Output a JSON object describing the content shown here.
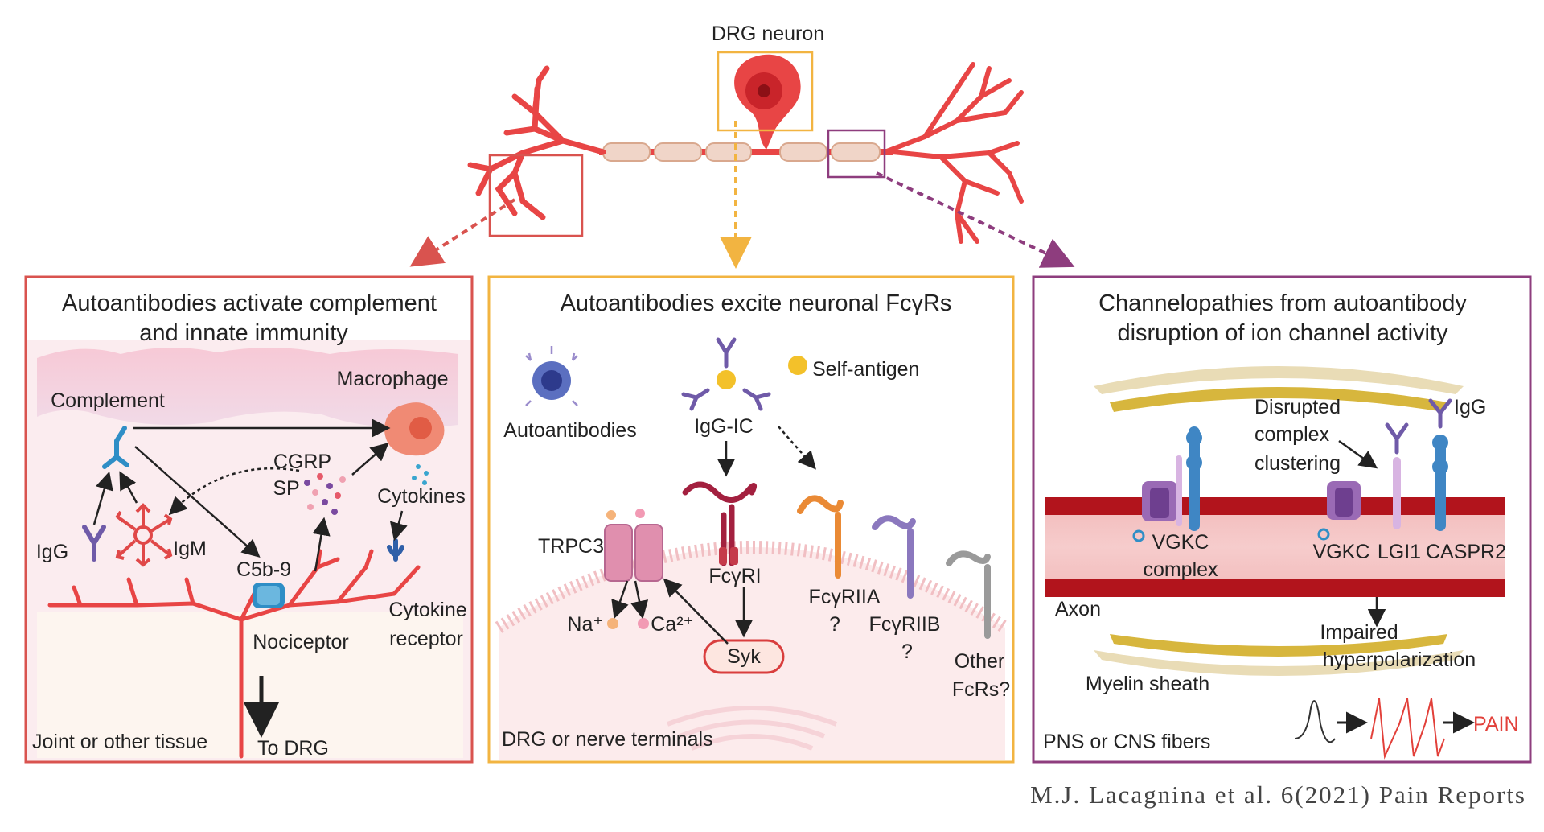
{
  "top": {
    "neuron_label": "DRG neuron"
  },
  "panel_left": {
    "title_line1": "Autoantibodies activate complement",
    "title_line2": "and innate immunity",
    "labels": {
      "macrophage": "Macrophage",
      "complement": "Complement",
      "cgrp": "CGRP",
      "sp": "SP",
      "cytokines": "Cytokines",
      "igg": "IgG",
      "igm": "IgM",
      "c5b9": "C5b-9",
      "cytokine_receptor_1": "Cytokine",
      "cytokine_receptor_2": "receptor",
      "nociceptor": "Nociceptor",
      "tissue": "Joint or other tissue",
      "to_drg": "To DRG"
    }
  },
  "panel_mid": {
    "title": "Autoantibodies excite neuronal FcγRs",
    "labels": {
      "self_antigen": "Self-antigen",
      "autoantibodies": "Autoantibodies",
      "iggic": "IgG-IC",
      "trpc3": "TRPC3",
      "fcgri": "FcγRI",
      "fcgriia": "FcγRIIA",
      "fcgriib": "FcγRIIB",
      "q": "?",
      "na": "Na⁺",
      "ca": "Ca²⁺",
      "syk": "Syk",
      "other1": "Other",
      "other2": "FcRs?",
      "terminals": "DRG or nerve terminals"
    }
  },
  "panel_right": {
    "title_line1": "Channelopathies from autoantibody",
    "title_line2": "disruption of ion channel activity",
    "labels": {
      "disrupted1": "Disrupted",
      "disrupted2": "complex",
      "disrupted3": "clustering",
      "igg": "IgG",
      "vgkc_complex1": "VGKC",
      "vgkc_complex2": "complex",
      "vgkc": "VGKC",
      "lgi1": "LGI1",
      "caspr2": "CASPR2",
      "axon": "Axon",
      "impaired1": "Impaired",
      "impaired2": "hyperpolarization",
      "myelin": "Myelin sheath",
      "fibers": "PNS or CNS fibers",
      "pain": "PAIN"
    }
  },
  "footer": {
    "citation": "M.J. Lacagnina et al. 6(2021) Pain Reports"
  },
  "colors": {
    "left_frame": "#d9534f",
    "mid_frame": "#f2b441",
    "right_frame": "#8e3d7e",
    "neuron_red": "#e84545",
    "antibody_purple": "#6f5aa8",
    "pain_red": "#e2403a"
  }
}
